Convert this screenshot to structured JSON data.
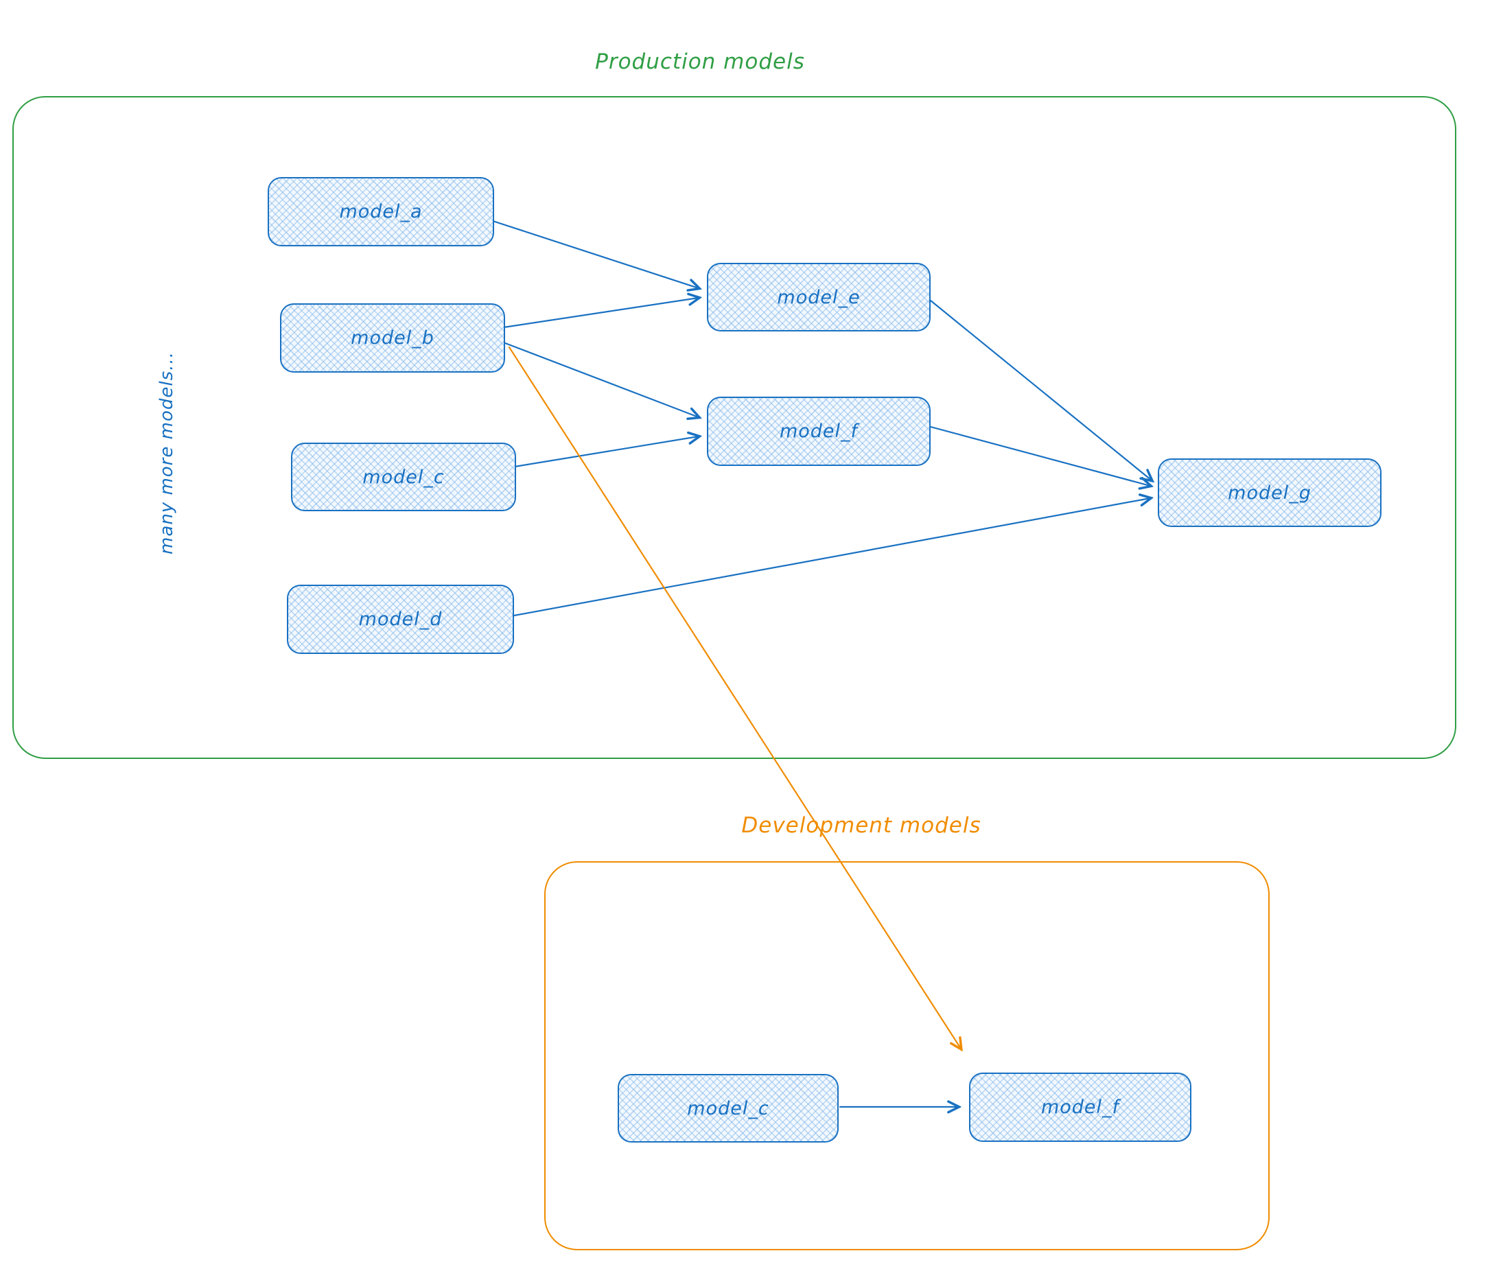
{
  "production": {
    "title": "Production models",
    "note": "many more models...",
    "node_a": "model_a",
    "node_b": "model_b",
    "node_c": "model_c",
    "node_d": "model_d",
    "node_e": "model_e",
    "node_f": "model_f",
    "node_g": "model_g"
  },
  "development": {
    "title": "Development models",
    "node_c": "model_c",
    "node_f": "model_f"
  },
  "edges": {
    "production": [
      {
        "from": "model_a",
        "to": "model_e"
      },
      {
        "from": "model_b",
        "to": "model_e"
      },
      {
        "from": "model_b",
        "to": "model_f"
      },
      {
        "from": "model_c",
        "to": "model_f"
      },
      {
        "from": "model_e",
        "to": "model_g"
      },
      {
        "from": "model_f",
        "to": "model_g"
      },
      {
        "from": "model_d",
        "to": "model_g"
      }
    ],
    "development": [
      {
        "from": "model_c",
        "to": "model_f"
      }
    ],
    "cross_group": [
      {
        "from": "production.model_b",
        "to": "development.model_f",
        "color": "#f08c00"
      }
    ]
  },
  "colors": {
    "node_stroke": "#1971c2",
    "node_fill": "#f2f8fe",
    "production_border": "#2f9e44",
    "development_border": "#f08c00",
    "edge_blue": "#1971c2",
    "edge_orange": "#f08c00"
  }
}
